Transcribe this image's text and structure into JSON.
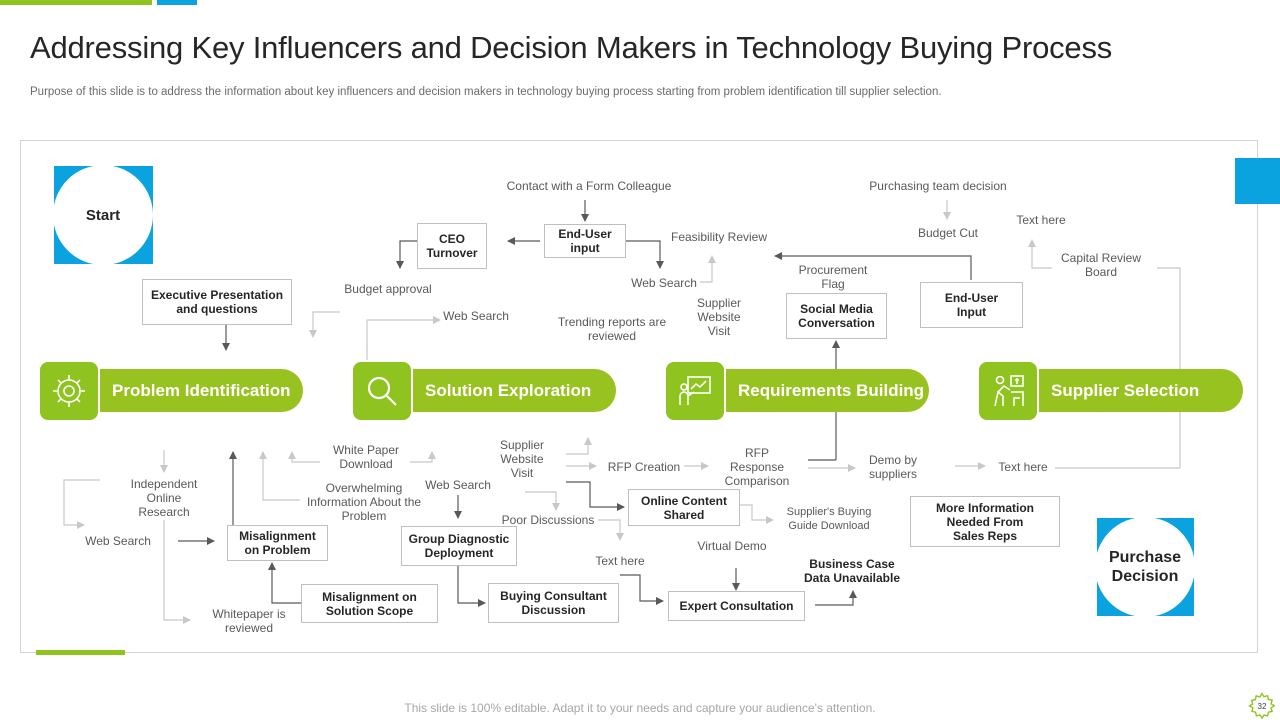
{
  "slide": {
    "title": "Addressing Key Influencers and Decision Makers in Technology Buying Process",
    "subtitle": "Purpose of this slide is to address the information about key influencers and decision makers in technology buying process starting from problem identification till supplier selection.",
    "footer": "This slide is 100% editable. Adapt it to your needs and capture your audience's attention.",
    "page_number": "32"
  },
  "colors": {
    "green": "#98c21f",
    "blue": "#0aa3e0",
    "text": "#404040"
  },
  "endpoints": {
    "start": "Start",
    "end_line1": "Purchase",
    "end_line2": "Decision"
  },
  "stages": [
    {
      "label": "Problem Identification",
      "icon": "gear-network-icon"
    },
    {
      "label": "Solution Exploration",
      "icon": "magnifier-icon"
    },
    {
      "label": "Requirements Building",
      "icon": "presentation-icon"
    },
    {
      "label": "Supplier Selection",
      "icon": "worker-money-icon"
    }
  ],
  "boxes": {
    "ceo_turnover": [
      "CEO",
      "Turnover"
    ],
    "end_user_input_1": [
      "End-User",
      "input"
    ],
    "exec_presentation": [
      "Executive Presentation",
      "and questions"
    ],
    "social_media": [
      "Social Media",
      "Conversation"
    ],
    "end_user_input_2": [
      "End-User",
      "Input"
    ],
    "misalignment_problem": [
      "Misalignment",
      "on Problem"
    ],
    "group_diagnostic": [
      "Group Diagnostic",
      "Deployment"
    ],
    "online_content": [
      "Online Content",
      "Shared"
    ],
    "more_information": [
      "More Information",
      "Needed From",
      "Sales Reps"
    ],
    "misalignment_scope": [
      "Misalignment on",
      "Solution Scope"
    ],
    "buying_consultant": [
      "Buying Consultant",
      "Discussion"
    ],
    "expert_consultation": [
      "Expert Consultation"
    ]
  },
  "labels": {
    "contact_colleague": [
      "Contact with a Form Colleague"
    ],
    "feasibility_review": [
      "Feasibility Review"
    ],
    "web_search_top": [
      "Web Search"
    ],
    "budget_approval": [
      "Budget approval"
    ],
    "web_search_mid": [
      "Web Search"
    ],
    "trending_reports": [
      "Trending reports are",
      "reviewed"
    ],
    "supplier_site_top": [
      "Supplier",
      "Website",
      "Visit"
    ],
    "procurement_flag": [
      "Procurement",
      "Flag"
    ],
    "purchasing_team": [
      "Purchasing team decision"
    ],
    "budget_cut": [
      "Budget Cut"
    ],
    "text_here_top": [
      "Text here"
    ],
    "capital_review": [
      "Capital Review",
      "Board"
    ],
    "white_paper": [
      "White Paper",
      "Download"
    ],
    "supplier_site_bottom": [
      "Supplier",
      "Website",
      "Visit"
    ],
    "rfp_creation": [
      "RFP Creation"
    ],
    "rfp_response": [
      "RFP",
      "Response",
      "Comparison"
    ],
    "demo_suppliers": [
      "Demo by",
      "suppliers"
    ],
    "text_here_right": [
      "Text here"
    ],
    "independent_research": [
      "Independent",
      "Online",
      "Research"
    ],
    "overwhelming_info": [
      "Overwhelming",
      "Information About the",
      "Problem"
    ],
    "web_search_bottom": [
      "Web Search"
    ],
    "web_search_left": [
      "Web Search"
    ],
    "poor_discussions": [
      "Poor Discussions"
    ],
    "suppliers_guide": [
      "Supplier's Buying",
      "Guide Download"
    ],
    "virtual_demo": [
      "Virtual Demo"
    ],
    "text_here_bottom": [
      "Text here"
    ],
    "whitepaper_reviewed": [
      "Whitepaper is",
      "reviewed"
    ]
  },
  "bold_labels": {
    "business_case": [
      "Business Case",
      "Data Unavailable"
    ]
  }
}
